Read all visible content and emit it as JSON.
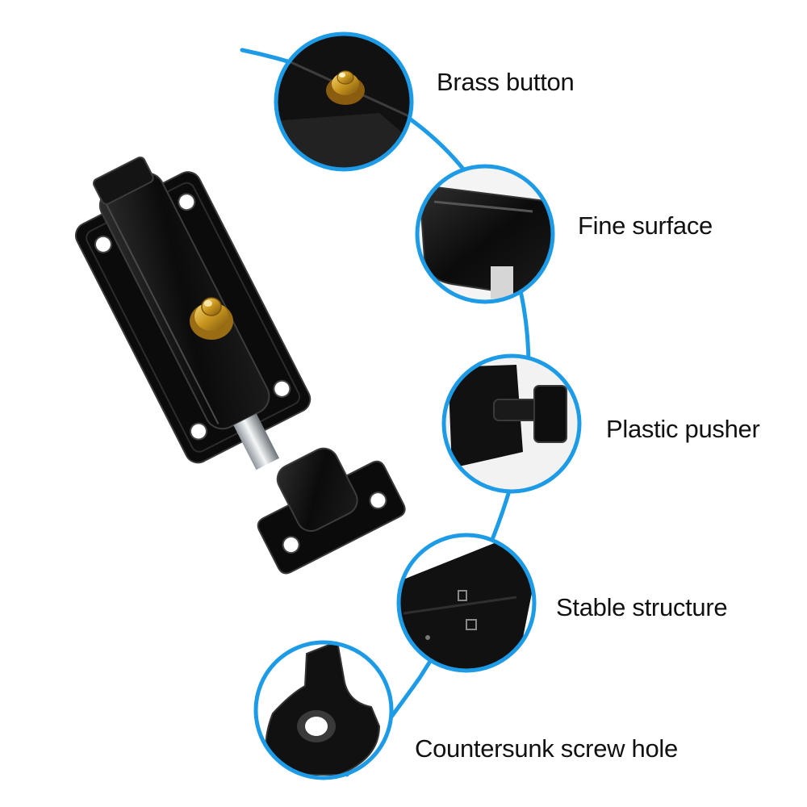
{
  "features": [
    {
      "label": "Brass button",
      "icon": "brass-button-closeup"
    },
    {
      "label": "Fine surface",
      "icon": "fine-surface-closeup"
    },
    {
      "label": "Plastic pusher",
      "icon": "plastic-pusher-closeup"
    },
    {
      "label": "Stable structure",
      "icon": "stable-structure-closeup"
    },
    {
      "label": "Countersunk screw hole",
      "icon": "countersunk-screw-hole-closeup"
    }
  ],
  "colors": {
    "accent": "#1e9be6",
    "product": "#0b0b0b",
    "brass": "#c8961e",
    "background": "#ffffff"
  }
}
